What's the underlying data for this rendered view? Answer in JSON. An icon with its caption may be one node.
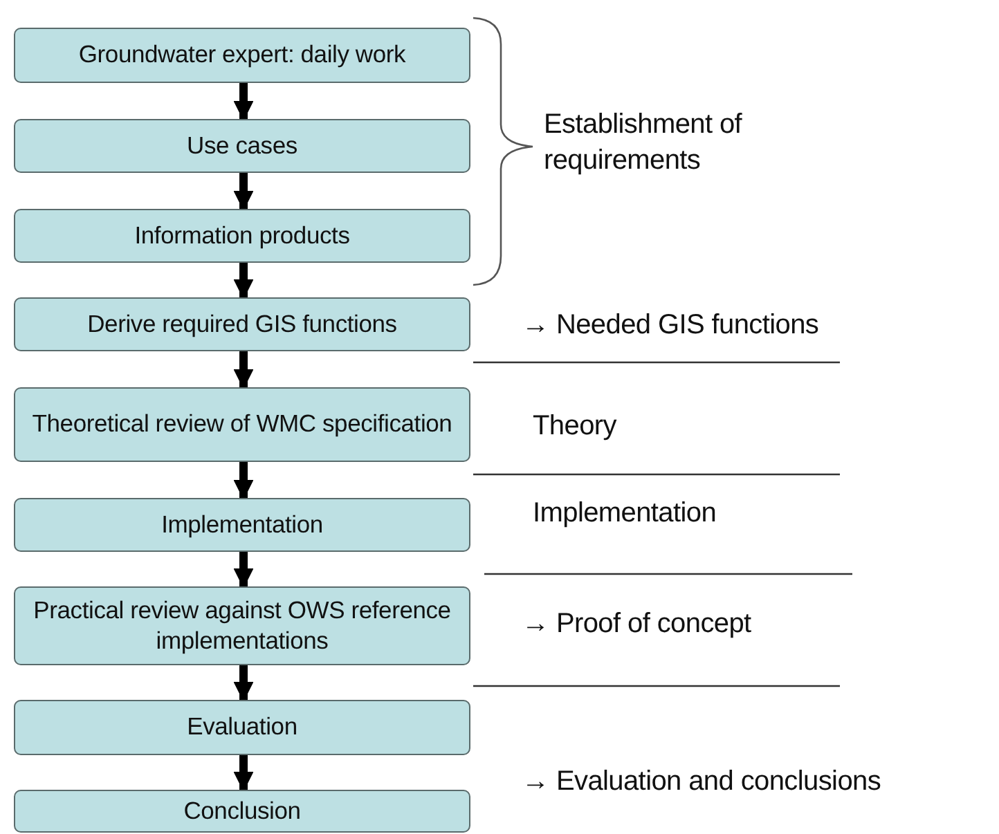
{
  "diagram": {
    "nodes": [
      {
        "text": [
          "Groundwater expert: daily work"
        ]
      },
      {
        "text": [
          "Use cases"
        ]
      },
      {
        "text": [
          "Information products"
        ]
      },
      {
        "text": [
          "Derive required GIS functions"
        ]
      },
      {
        "text": [
          "Theoretical review of WMC specification"
        ]
      },
      {
        "text": [
          "Implementation"
        ]
      },
      {
        "text": [
          "Practical review against OWS reference implementations"
        ]
      },
      {
        "text": [
          "Evaluation"
        ]
      },
      {
        "text": [
          "Conclusion"
        ]
      }
    ],
    "edges": [
      {
        "from": 0,
        "to": 1,
        "arrow": "to"
      },
      {
        "from": 1,
        "to": 2,
        "arrow": "to"
      },
      {
        "from": 2,
        "to": 3,
        "arrow": "to"
      },
      {
        "from": 3,
        "to": 4,
        "arrow": "to"
      },
      {
        "from": 4,
        "to": 5,
        "arrow": "to"
      },
      {
        "from": 5,
        "to": 6,
        "arrow": "to"
      },
      {
        "from": 6,
        "to": 7,
        "arrow": "to"
      },
      {
        "from": 7,
        "to": 8,
        "arrow": "to"
      }
    ],
    "labels": [
      "Establishment of requirements",
      "→ Needed GIS functions",
      "Theory",
      "Implementation",
      "→ Proof of concept",
      "→ Evaluation and conclusions"
    ]
  }
}
